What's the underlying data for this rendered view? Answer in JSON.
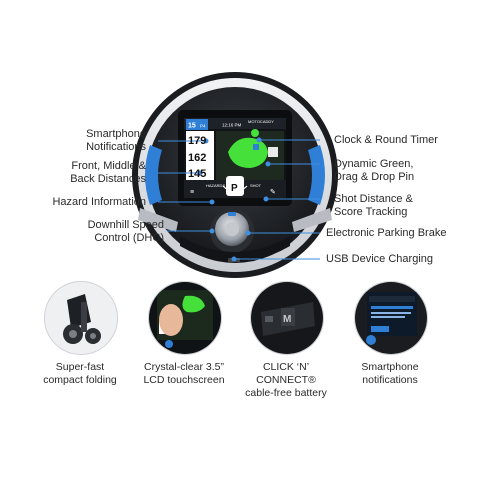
{
  "callouts": {
    "smartphone_notifications": [
      "Smartphone",
      "Notifications"
    ],
    "distances": [
      "Front, Middle &",
      "Back Distances"
    ],
    "hazard_information": [
      "Hazard Information"
    ],
    "dhc": [
      "Downhill Speed",
      "Control (DHC)"
    ],
    "clock": [
      "Clock & Round Timer"
    ],
    "dynamic_green": [
      "Dynamic Green,",
      "Drag & Drop Pin"
    ],
    "shot_distance": [
      "Shot Distance &",
      "Score Tracking"
    ],
    "parking_brake": [
      "Electronic Parking Brake"
    ],
    "usb": [
      "USB Device Charging"
    ]
  },
  "screen": {
    "brand": "MOTOCADDY",
    "hole": "15",
    "par": "P4",
    "clock": "12:16 PM",
    "distances": [
      "179",
      "162",
      "145"
    ],
    "menu_hazards": "HAZARDS",
    "menu_shot": "SHOT",
    "center_letter": "P"
  },
  "features": [
    {
      "caption": [
        "Super-fast",
        "compact folding"
      ]
    },
    {
      "caption": [
        "Crystal-clear 3.5”",
        "LCD touchscreen"
      ]
    },
    {
      "caption": [
        "CLICK ‘N’ CONNECT®",
        "cable-free battery"
      ]
    },
    {
      "caption": [
        "Smartphone",
        "notifications"
      ]
    }
  ],
  "colors": {
    "accent_blue": "#2f7fd6",
    "line_blue": "#3d8fe0",
    "green": "#46e03b",
    "handle_dark": "#1d2024"
  }
}
